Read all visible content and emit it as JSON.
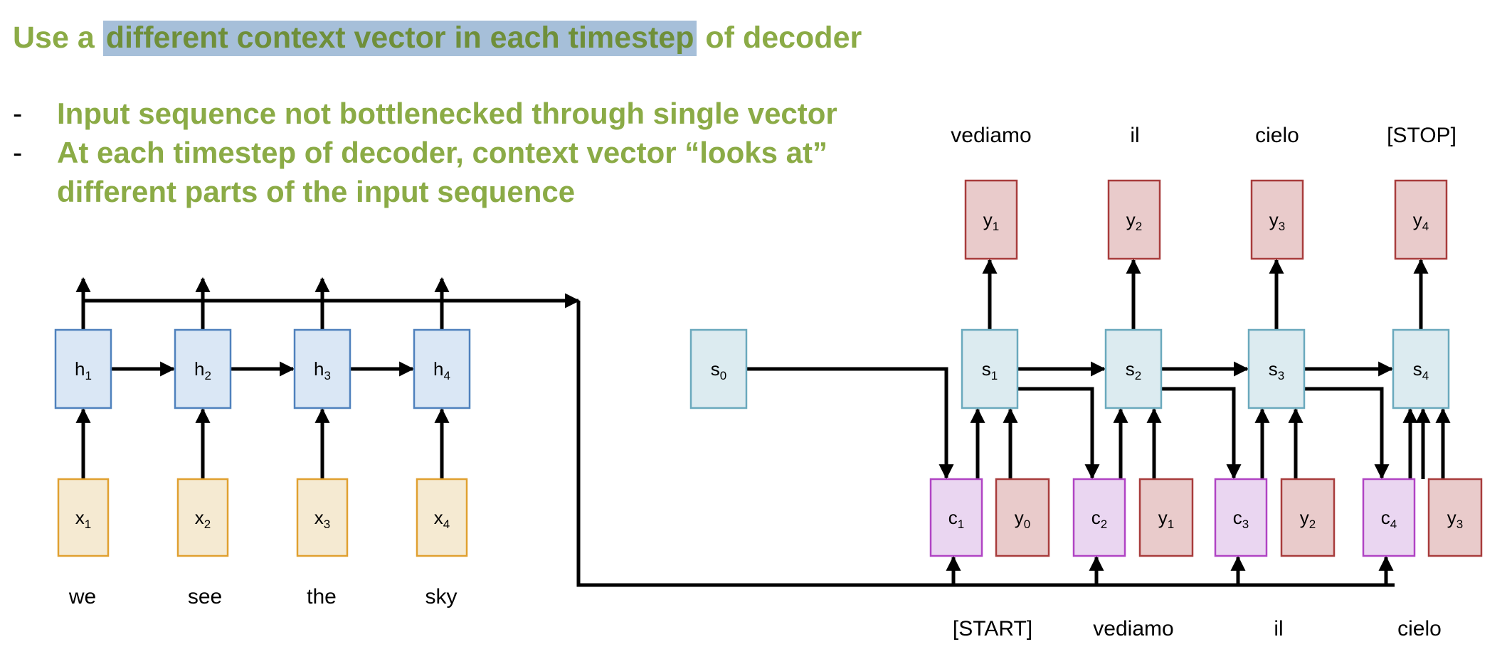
{
  "slide": {
    "title_prefix": "Use a ",
    "title_highlight": "different context vector in each timestep",
    "title_suffix": " of decoder",
    "bullets": [
      "Input sequence not bottlenecked through single vector",
      "At each timestep of decoder, context vector “looks at”",
      "different parts of the input sequence"
    ],
    "bullet_marker": "-"
  },
  "diagram": {
    "colors": {
      "hidden_fill": "#dae7f5",
      "hidden_stroke": "#4f81bd",
      "input_fill": "#f5ead2",
      "input_stroke": "#e0a030",
      "state_fill": "#dcebf0",
      "state_stroke": "#6aa9bd",
      "context_fill": "#ead6f1",
      "context_stroke": "#b044c4",
      "output_fill": "#e9cbcb",
      "output_stroke": "#a83c3c",
      "arrow": "#000000"
    },
    "encoder": {
      "hidden": [
        {
          "base": "h",
          "sub": "1"
        },
        {
          "base": "h",
          "sub": "2"
        },
        {
          "base": "h",
          "sub": "3"
        },
        {
          "base": "h",
          "sub": "4"
        }
      ],
      "inputs": [
        {
          "base": "x",
          "sub": "1"
        },
        {
          "base": "x",
          "sub": "2"
        },
        {
          "base": "x",
          "sub": "3"
        },
        {
          "base": "x",
          "sub": "4"
        }
      ],
      "words": [
        "we",
        "see",
        "the",
        "sky"
      ]
    },
    "decoder": {
      "initial_state": {
        "base": "s",
        "sub": "0"
      },
      "states": [
        {
          "base": "s",
          "sub": "1"
        },
        {
          "base": "s",
          "sub": "2"
        },
        {
          "base": "s",
          "sub": "3"
        },
        {
          "base": "s",
          "sub": "4"
        }
      ],
      "outputs": [
        {
          "base": "y",
          "sub": "1"
        },
        {
          "base": "y",
          "sub": "2"
        },
        {
          "base": "y",
          "sub": "3"
        },
        {
          "base": "y",
          "sub": "4"
        }
      ],
      "output_words": [
        "vediamo",
        "il",
        "cielo",
        "[STOP]"
      ],
      "contexts": [
        {
          "base": "c",
          "sub": "1"
        },
        {
          "base": "c",
          "sub": "2"
        },
        {
          "base": "c",
          "sub": "3"
        },
        {
          "base": "c",
          "sub": "4"
        }
      ],
      "prev_outputs": [
        {
          "base": "y",
          "sub": "0"
        },
        {
          "base": "y",
          "sub": "1"
        },
        {
          "base": "y",
          "sub": "2"
        },
        {
          "base": "y",
          "sub": "3"
        }
      ],
      "input_words": [
        "[START]",
        "vediamo",
        "il",
        "cielo"
      ]
    }
  }
}
